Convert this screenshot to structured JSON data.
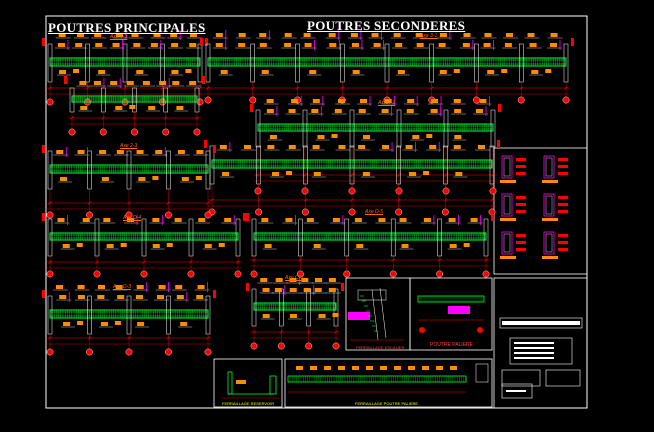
{
  "sheet": {
    "title_left": "POUTRES PRINCIPALES",
    "title_right": "POUTRES SECONDERES"
  },
  "beam_labels": [
    "Axe 1-3",
    "Axe 3-1",
    "Axe 1-2",
    "Axe 2-3",
    "Axe D-4",
    "Axe D-5",
    "Axe D-3",
    "Axe C-6"
  ],
  "detail_labels": {
    "section_detail": "FERRAILLAGE ESCALIER",
    "beam_detail": "POUTRE PALIERE",
    "bottom_left": "FERRAILLAGE RESERVOIR",
    "bottom_center": "FERRAILLAGE POUTRE PALIERE"
  },
  "colors": {
    "background": "#000000",
    "frame": "#ffffff",
    "beam": "#00ff33",
    "dimension": "#ff0000",
    "bars": "#ff8c00",
    "stirrup": "#ff00ff",
    "annotation": "#ffff00"
  }
}
